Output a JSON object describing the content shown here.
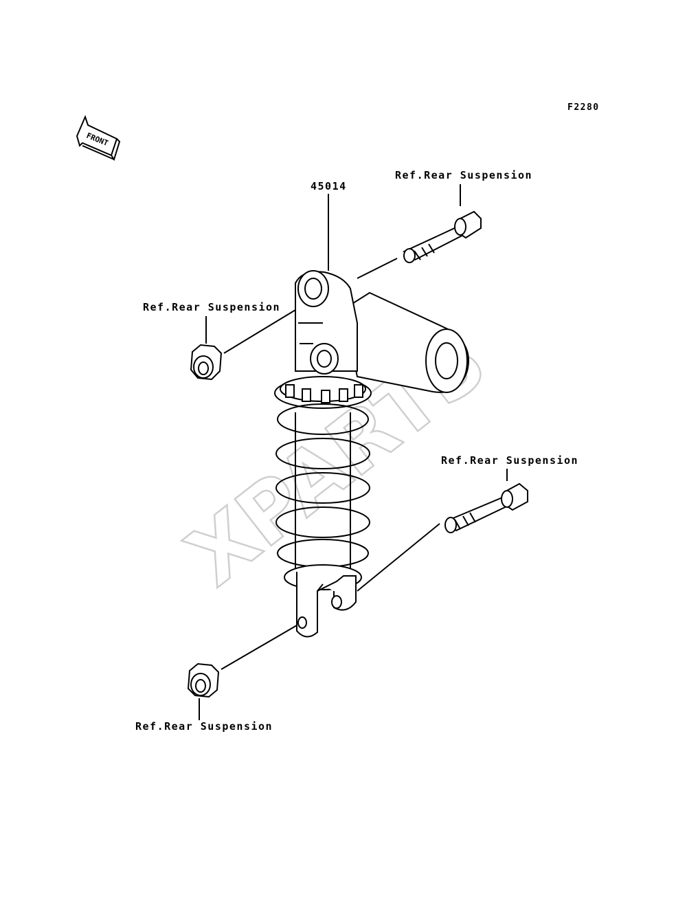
{
  "diagram": {
    "code": "F2280",
    "front_label": "FRONT",
    "part_number": "45014",
    "refs": {
      "top_bolt": "Ref.Rear Suspension",
      "top_nut": "Ref.Rear Suspension",
      "bottom_bolt": "Ref.Rear Suspension",
      "bottom_nut": "Ref.Rear Suspension"
    },
    "watermark": "XPARTS"
  },
  "colors": {
    "line": "#000000",
    "watermark": "#cccccc"
  }
}
